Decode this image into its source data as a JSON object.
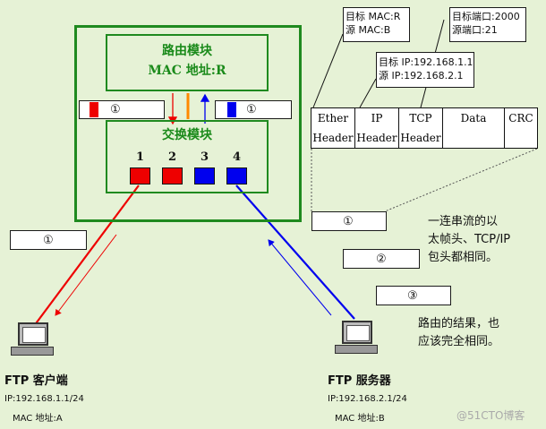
{
  "router": {
    "title": "路由模块",
    "mac": "MAC 地址:R",
    "switch_title": "交换模块",
    "left_label": "①",
    "right_label": "①",
    "ports": [
      "1",
      "2",
      "3",
      "4"
    ]
  },
  "mac_box": {
    "dst": "目标 MAC:R",
    "src": "源 MAC:B"
  },
  "port_box": {
    "dst": "目标端口:2000",
    "src": "源端口:21"
  },
  "ip_box": {
    "dst": "目标 IP:192.168.1.1",
    "src": "源 IP:192.168.2.1"
  },
  "frame": {
    "cells": [
      {
        "l1": "Ether",
        "l2": "Header"
      },
      {
        "l1": "IP",
        "l2": "Header"
      },
      {
        "l1": "TCP",
        "l2": "Header"
      },
      {
        "l1": "Data",
        "l2": ""
      },
      {
        "l1": "CRC",
        "l2": ""
      }
    ]
  },
  "stream_boxes": [
    "①",
    "②",
    "③"
  ],
  "left_stream_label": "①",
  "notes": {
    "note1_line1": "一连串流的以",
    "note1_line2": "太帧头、TCP/IP",
    "note1_line3": "包头都相同。",
    "note2_line1": "路由的结果，也",
    "note2_line2": "应该完全相同。"
  },
  "client": {
    "name": "FTP 客户端",
    "ip": "IP:192.168.1.1/24",
    "mac": "MAC 地址:A"
  },
  "server": {
    "name": "FTP 服务器",
    "ip": "IP:192.168.2.1/24",
    "mac": "MAC 地址:B"
  },
  "watermark": "@51CTO博客",
  "colors": {
    "green": "#1f8a1f",
    "red": "#ee0000",
    "blue": "#0000ee",
    "orange": "#ff8800",
    "bg": "#e6f2d6"
  }
}
